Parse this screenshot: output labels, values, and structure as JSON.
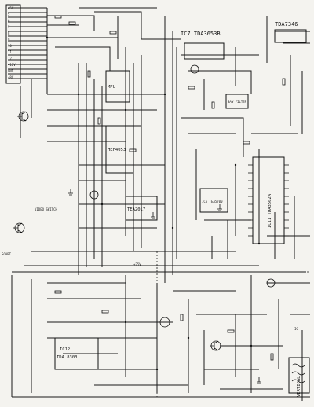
{
  "schematic": {
    "chips": {
      "ic7": "IC7 TDA3653B",
      "ic_tda7346": "TDA7346",
      "ic_hef": "HEF4053",
      "ic11": "IC11 TDA3562A",
      "ic_tea": "TEA2017",
      "ic_mpu": "MPU",
      "ic5": "IC5 TEA5700",
      "ic12": "IC12",
      "ic_tda8303": "TDA 8303",
      "ic_saw": "SAW FILTER"
    },
    "labels": {
      "video_switch": "VIDEO SWITCH",
      "vertical": "VERTICAL",
      "sw_plus": "+25V",
      "ic": "IC",
      "scart": "SCART"
    },
    "pins_left": [
      "+5V",
      "5",
      "6",
      "7",
      "8",
      "9",
      "10",
      "11",
      "12",
      "+12V",
      "GND",
      "+8V"
    ]
  }
}
